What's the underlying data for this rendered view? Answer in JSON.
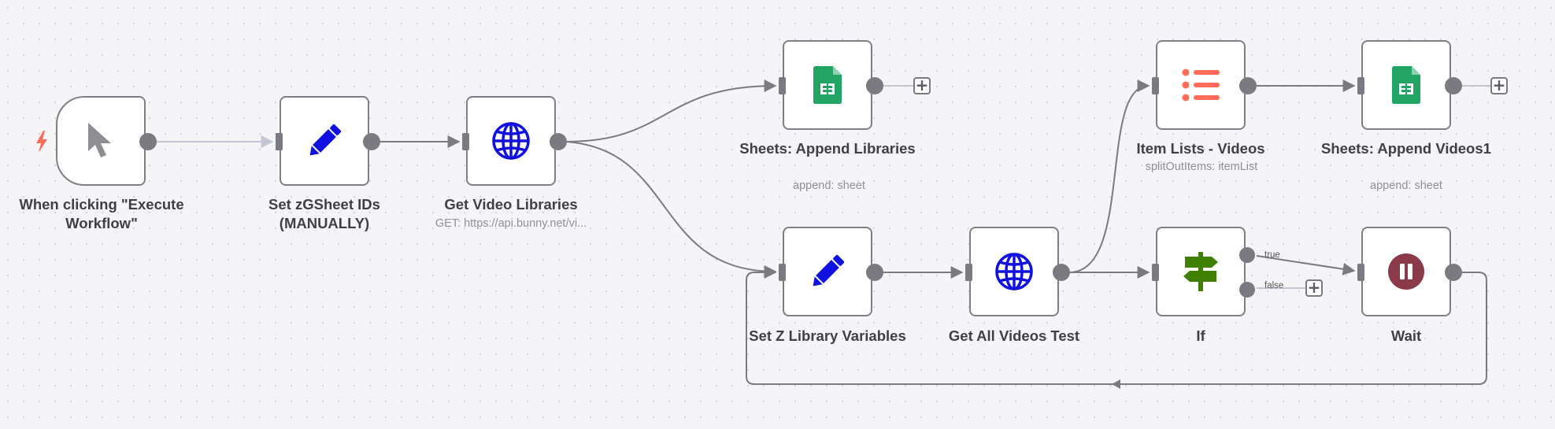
{
  "workflow": {
    "nodes": [
      {
        "id": "trigger",
        "title": "When clicking \"Execute Workflow\"",
        "subtitle": "",
        "icon": "cursor-icon"
      },
      {
        "id": "set-ids",
        "title": "Set zGSheet IDs (MANUALLY)",
        "subtitle": "",
        "icon": "pencil-icon"
      },
      {
        "id": "get-libraries",
        "title": "Get Video Libraries",
        "subtitle": "GET: https://api.bunny.net/vi...",
        "icon": "globe-icon"
      },
      {
        "id": "append-libraries",
        "title": "Sheets: Append Libraries",
        "subtitle": "append: sheet",
        "icon": "google-sheets-icon"
      },
      {
        "id": "set-lib-vars",
        "title": "Set Z Library Variables",
        "subtitle": "",
        "icon": "pencil-icon"
      },
      {
        "id": "get-all-videos",
        "title": "Get All Videos Test",
        "subtitle": "",
        "icon": "globe-icon"
      },
      {
        "id": "item-lists",
        "title": "Item Lists - Videos",
        "subtitle": "splitOutItems: itemList",
        "icon": "list-icon"
      },
      {
        "id": "if",
        "title": "If",
        "subtitle": "",
        "icon": "signpost-icon"
      },
      {
        "id": "append-videos",
        "title": "Sheets: Append Videos1",
        "subtitle": "append: sheet",
        "icon": "google-sheets-icon"
      },
      {
        "id": "wait",
        "title": "Wait",
        "subtitle": "",
        "icon": "pause-icon"
      }
    ],
    "branch_labels": {
      "true": "true",
      "false": "false"
    },
    "add_button_label": "+"
  },
  "colors": {
    "canvas_bg": "#f5f5f7",
    "node_border": "#7f7f85",
    "connection": "#7a7a80",
    "pending_connection": "#c4c6d4",
    "trigger_bolt": "#ff6d5a",
    "sheets_green": "#21a464",
    "globe_blue": "#1010e0",
    "pencil_blue": "#1010e0",
    "list_red": "#ff6d5a",
    "if_green": "#408000",
    "wait_maroon": "#8b3a4a"
  }
}
